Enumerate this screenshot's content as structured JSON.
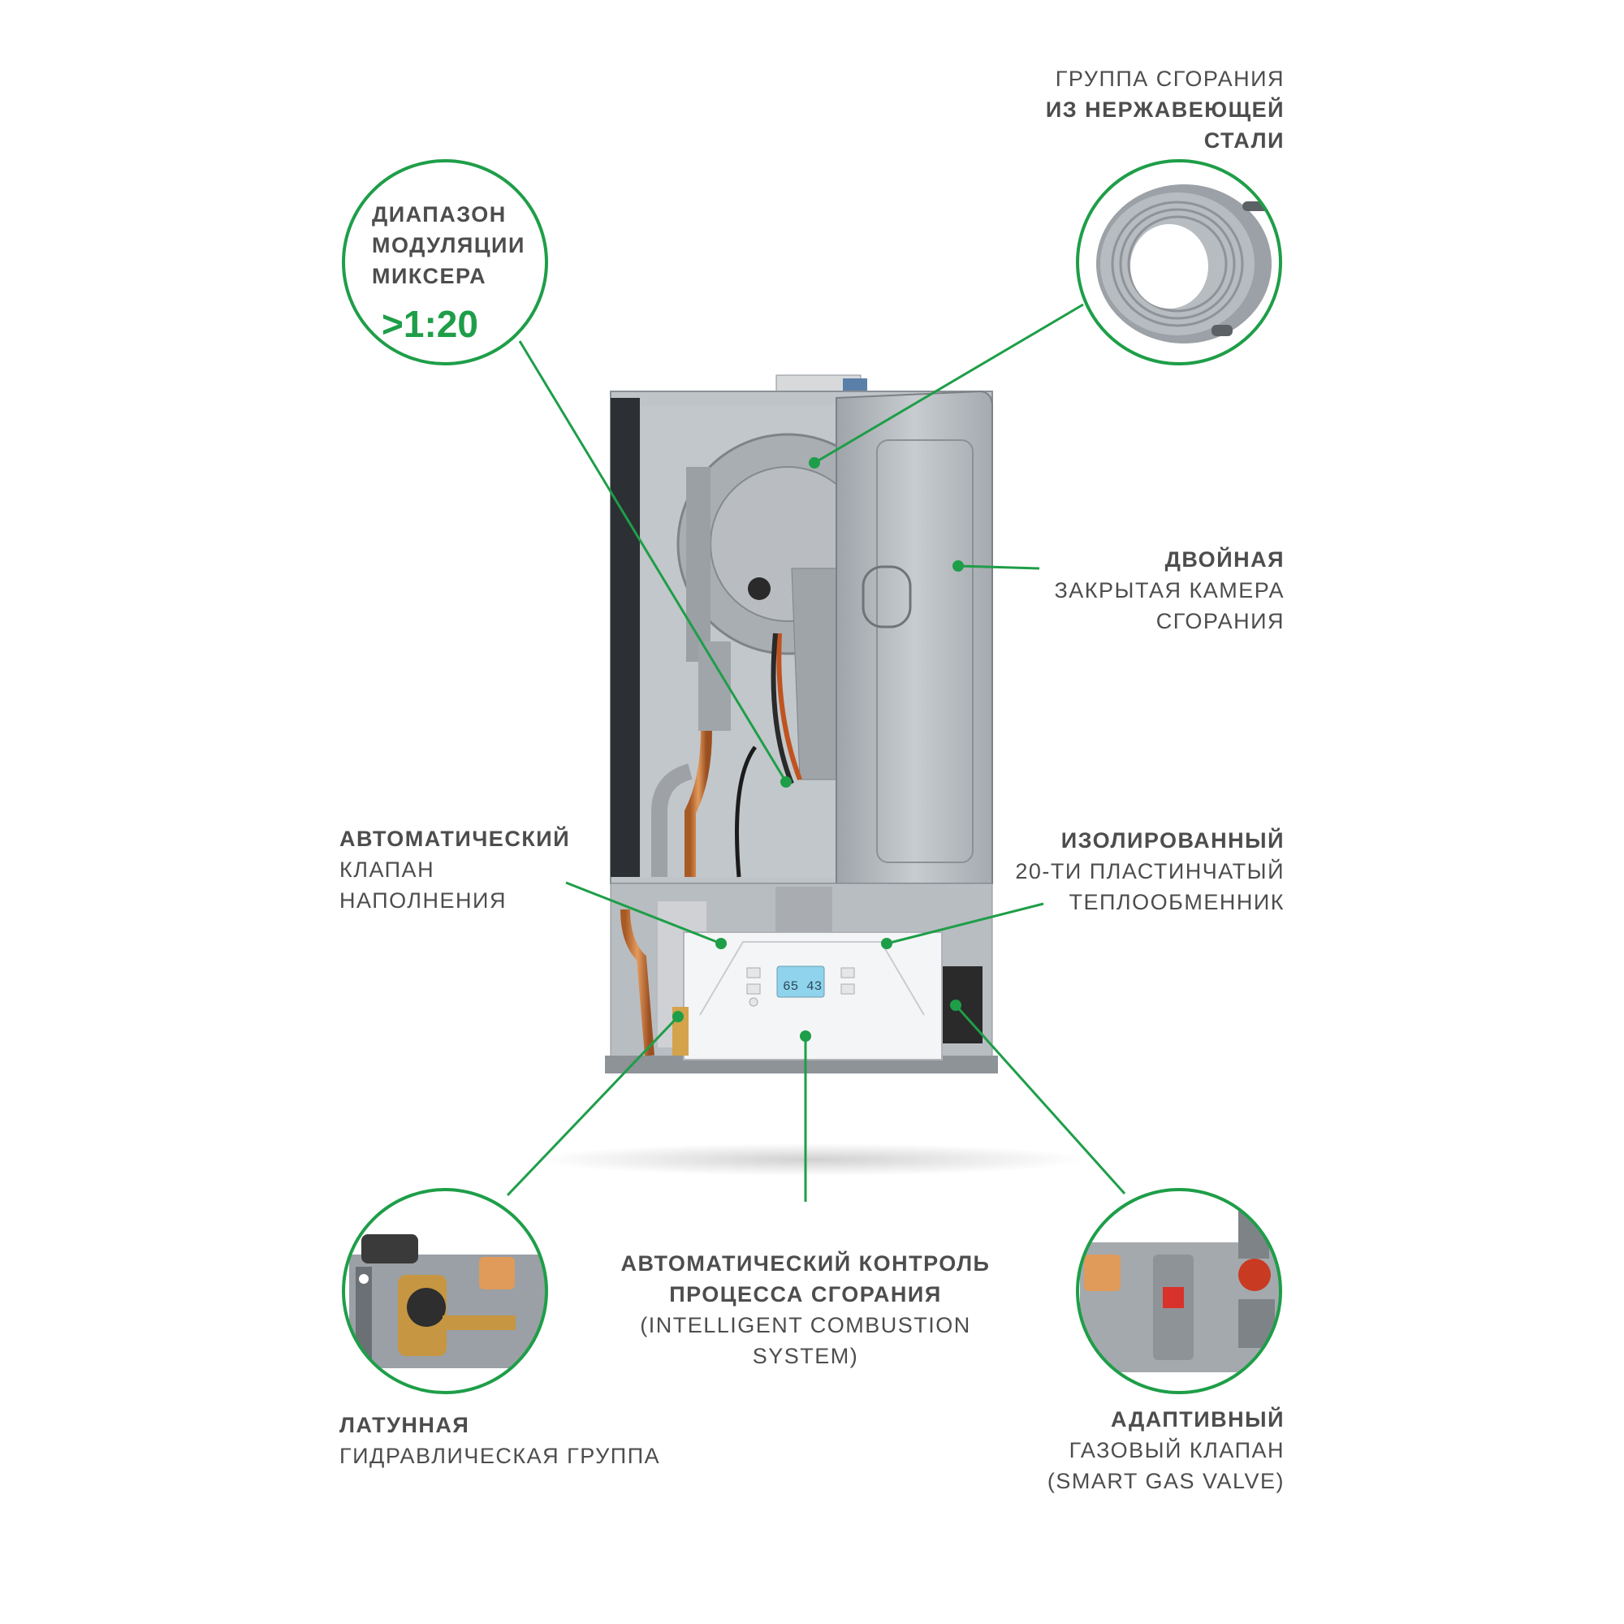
{
  "callouts": {
    "mixer": {
      "lines": [
        "ДИАПАЗОН",
        "МОДУЛЯЦИИ",
        "МИКСЕРА"
      ],
      "value": ">1:20"
    },
    "stainless": {
      "line1": "ГРУППА СГОРАНИЯ",
      "line2": "ИЗ НЕРЖАВЕЮЩЕЙ",
      "line3": "СТАЛИ"
    },
    "double_chamber": {
      "line1": "ДВОЙНАЯ",
      "line2": "ЗАКРЫТАЯ КАМЕРА",
      "line3": "СГОРАНИЯ"
    },
    "auto_fill": {
      "line1": "АВТОМАТИЧЕСКИЙ",
      "line2": "КЛАПАН",
      "line3": "НАПОЛНЕНИЯ"
    },
    "heat_exchanger": {
      "line1": "ИЗОЛИРОВАННЫЙ",
      "line2": "20-ТИ ПЛАСТИНЧАТЫЙ",
      "line3": "ТЕПЛООБМЕННИК"
    },
    "combustion_control": {
      "line1": "АВТОМАТИЧЕСКИЙ КОНТРОЛЬ",
      "line2": "ПРОЦЕССА СГОРАНИЯ",
      "line3": "(INTELLIGENT COMBUSTION",
      "line4": "SYSTEM)"
    },
    "brass_group": {
      "line1": "ЛАТУННАЯ",
      "line2": "ГИДРАВЛИЧЕСКАЯ ГРУППА"
    },
    "gas_valve": {
      "line1": "АДАПТИВНЫЙ",
      "line2": "ГАЗОВЫЙ КЛАПАН",
      "line3": "(SMART GAS VALVE)"
    }
  },
  "display": {
    "left": "65",
    "right": "43"
  },
  "colors": {
    "accent": "#1e9e48",
    "text": "#4d4d4d",
    "panel": "#b9bec2",
    "display": "#8fd3ec"
  },
  "icons": [
    "heat-exchanger-coil-image",
    "brass-hydraulic-group-image",
    "gas-valve-image",
    "boiler-image"
  ]
}
